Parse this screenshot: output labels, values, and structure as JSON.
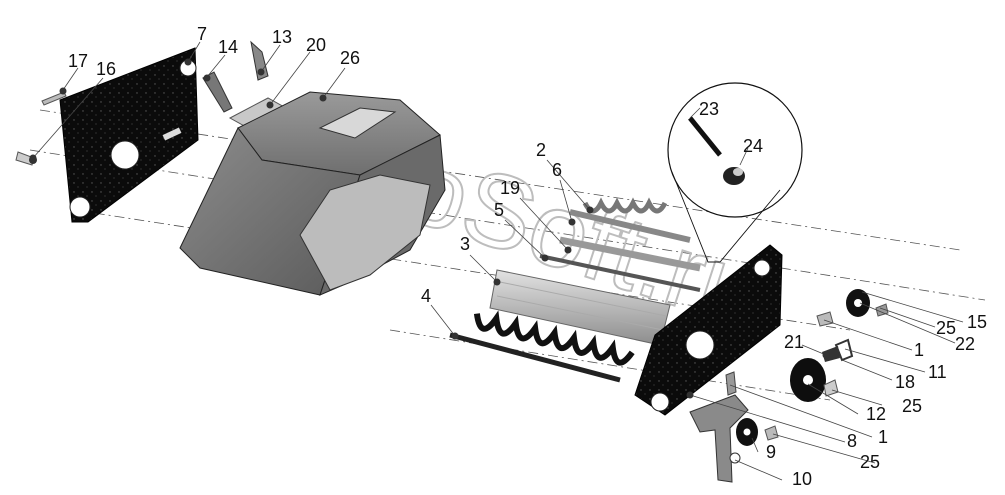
{
  "watermark": "AutoSoft.ru",
  "callouts": [
    {
      "id": "c17",
      "label": "17"
    },
    {
      "id": "c16",
      "label": "16"
    },
    {
      "id": "c7",
      "label": "7"
    },
    {
      "id": "c14",
      "label": "14"
    },
    {
      "id": "c13",
      "label": "13"
    },
    {
      "id": "c20",
      "label": "20"
    },
    {
      "id": "c26",
      "label": "26"
    },
    {
      "id": "c23",
      "label": "23"
    },
    {
      "id": "c24",
      "label": "24"
    },
    {
      "id": "c2",
      "label": "2"
    },
    {
      "id": "c6",
      "label": "6"
    },
    {
      "id": "c19",
      "label": "19"
    },
    {
      "id": "c5",
      "label": "5"
    },
    {
      "id": "c3",
      "label": "3"
    },
    {
      "id": "c4",
      "label": "4"
    },
    {
      "id": "c21",
      "label": "21"
    },
    {
      "id": "c15",
      "label": "15"
    },
    {
      "id": "c25a",
      "label": "25"
    },
    {
      "id": "c22",
      "label": "22"
    },
    {
      "id": "c1a",
      "label": "1"
    },
    {
      "id": "c11",
      "label": "11"
    },
    {
      "id": "c18",
      "label": "18"
    },
    {
      "id": "c25b",
      "label": "25"
    },
    {
      "id": "c12",
      "label": "12"
    },
    {
      "id": "c1b",
      "label": "1"
    },
    {
      "id": "c8",
      "label": "8"
    },
    {
      "id": "c9",
      "label": "9"
    },
    {
      "id": "c25c",
      "label": "25"
    },
    {
      "id": "c10",
      "label": "10"
    }
  ]
}
